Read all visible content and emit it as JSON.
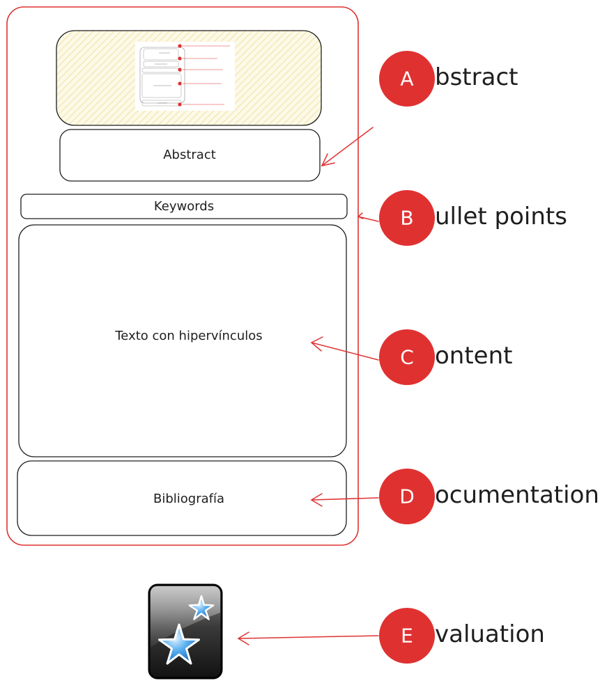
{
  "colors": {
    "accent_red": "#e03131",
    "badge_red": "#e03131",
    "stroke": "#1e1e1e",
    "hatch": "#f3e9b6"
  },
  "boxes": {
    "abstract": "Abstract",
    "keywords": "Keywords",
    "content": "Texto con hipervínculos",
    "bibliography": "Bibliografía"
  },
  "legend": [
    {
      "letter": "A",
      "rest": "bstract"
    },
    {
      "letter": "B",
      "rest": "ullet points"
    },
    {
      "letter": "C",
      "rest": "ontent"
    },
    {
      "letter": "D",
      "rest": "ocumentation"
    },
    {
      "letter": "E",
      "rest": "valuation"
    }
  ],
  "icons": {
    "thumbnail": "diagram-thumbnail-image",
    "app": "anki-star-icon"
  }
}
